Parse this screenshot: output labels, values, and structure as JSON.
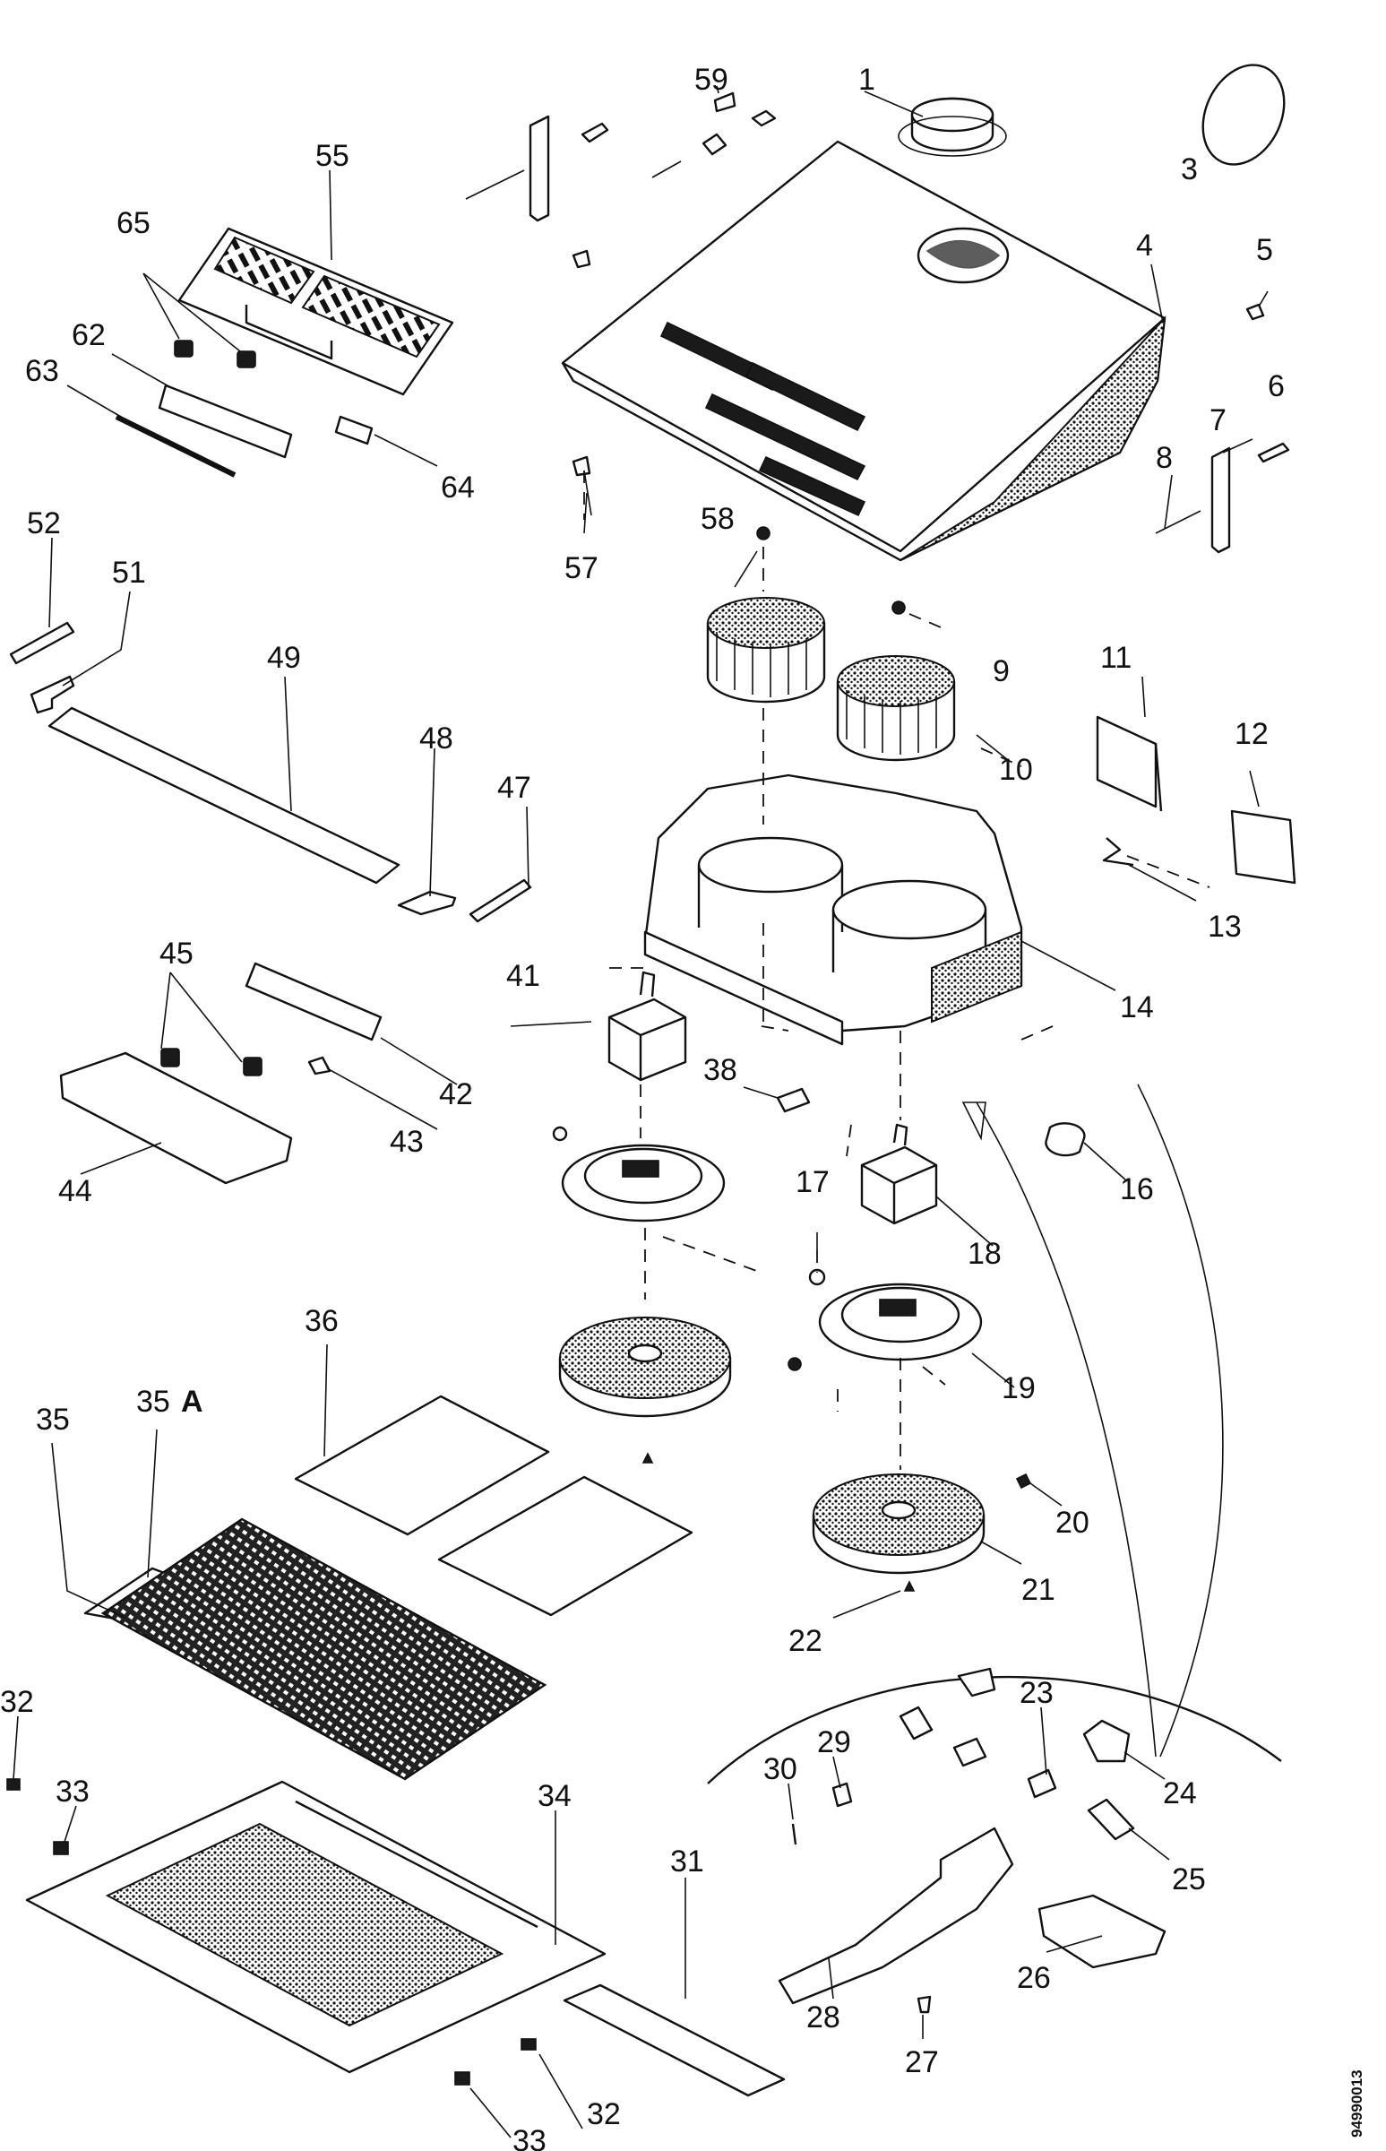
{
  "document_id": "94990013",
  "part_labels": [
    "1",
    "3",
    "4",
    "5",
    "6",
    "7",
    "8",
    "9",
    "10",
    "11",
    "12",
    "13",
    "14",
    "16",
    "17",
    "18",
    "19",
    "20",
    "21",
    "22",
    "23",
    "24",
    "25",
    "26",
    "27",
    "28",
    "29",
    "30",
    "31",
    "32",
    "32",
    "33",
    "33",
    "34",
    "35",
    "35",
    "A",
    "36",
    "38",
    "41",
    "42",
    "43",
    "44",
    "45",
    "47",
    "48",
    "49",
    "51",
    "52",
    "55",
    "57",
    "58",
    "59",
    "62",
    "63",
    "64",
    "65"
  ]
}
